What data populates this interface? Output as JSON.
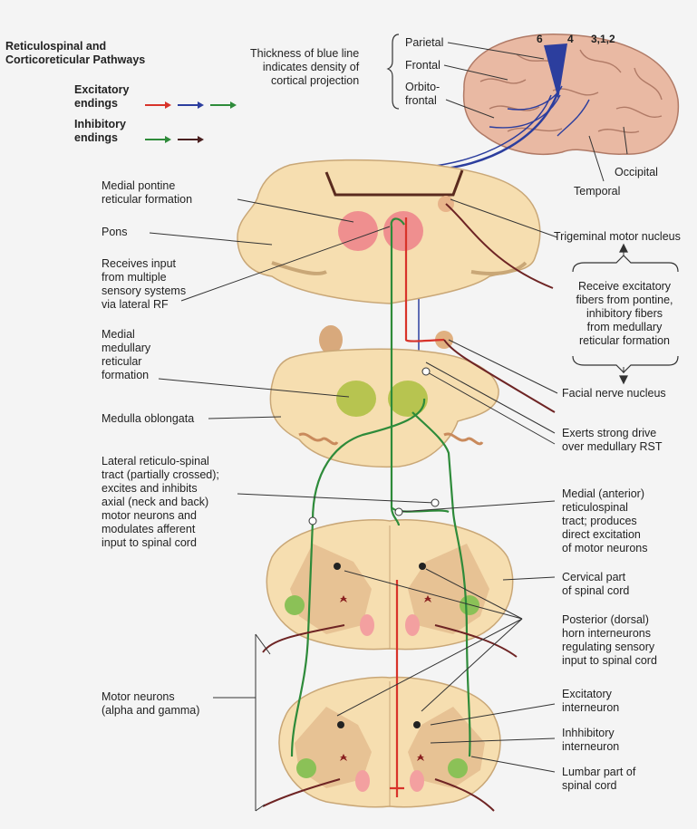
{
  "title": "Reticulospinal and\nCorticoreticular Pathways",
  "legend": {
    "excitatory_label": "Excitatory\nendings",
    "inhibitory_label": "Inhibitory\nendings",
    "excitatory_colors": [
      "#d8332a",
      "#2c3e9e",
      "#2e8b3a"
    ],
    "inhibitory_colors": [
      "#2e8b3a",
      "#4a2020"
    ]
  },
  "cortex": {
    "thickness_note": "Thickness of blue line\nindicates density of\ncortical projection",
    "parietal": "Parietal",
    "frontal": "Frontal",
    "orbitofrontal": "Orbito-\nfrontal",
    "area_numbers": [
      "6",
      "4",
      "3,1,2"
    ],
    "occipital": "Occipital",
    "temporal": "Temporal"
  },
  "labels": {
    "medial_pontine_rf": "Medial pontine\nreticular formation",
    "pons": "Pons",
    "receives_input": "Receives input\nfrom multiple\nsensory systems\nvia lateral RF",
    "medial_medullary_rf": "Medial\nmedullary\nreticular\nformation",
    "medulla": "Medulla oblongata",
    "lateral_rst": "Lateral reticulo-spinal\ntract (partially crossed);\nexcites and inhibits\naxial (neck and back)\nmotor neurons and\nmodulates afferent\ninput to spinal cord",
    "motor_neurons": "Motor neurons\n(alpha and gamma)",
    "trigeminal": "Trigeminal motor nucleus",
    "receive_fibers": "Receive excitatory\nfibers from pontine,\ninhibitory fibers\nfrom medullary\nreticular formation",
    "facial": "Facial nerve nucleus",
    "exerts_drive": "Exerts strong drive\nover medullary RST",
    "medial_rst": "Medial (anterior)\nreticulospinal\ntract; produces\ndirect excitation\nof motor neurons",
    "cervical": "Cervical part\nof spinal cord",
    "posterior_horn": "Posterior (dorsal)\nhorn interneurons\nregulating sensory\ninput to spinal cord",
    "excitatory_interneuron": "Excitatory\ninterneuron",
    "inhibitory_interneuron": "Inhhibitory\ninterneuron",
    "lumbar": "Lumbar part of\nspinal cord"
  }
}
